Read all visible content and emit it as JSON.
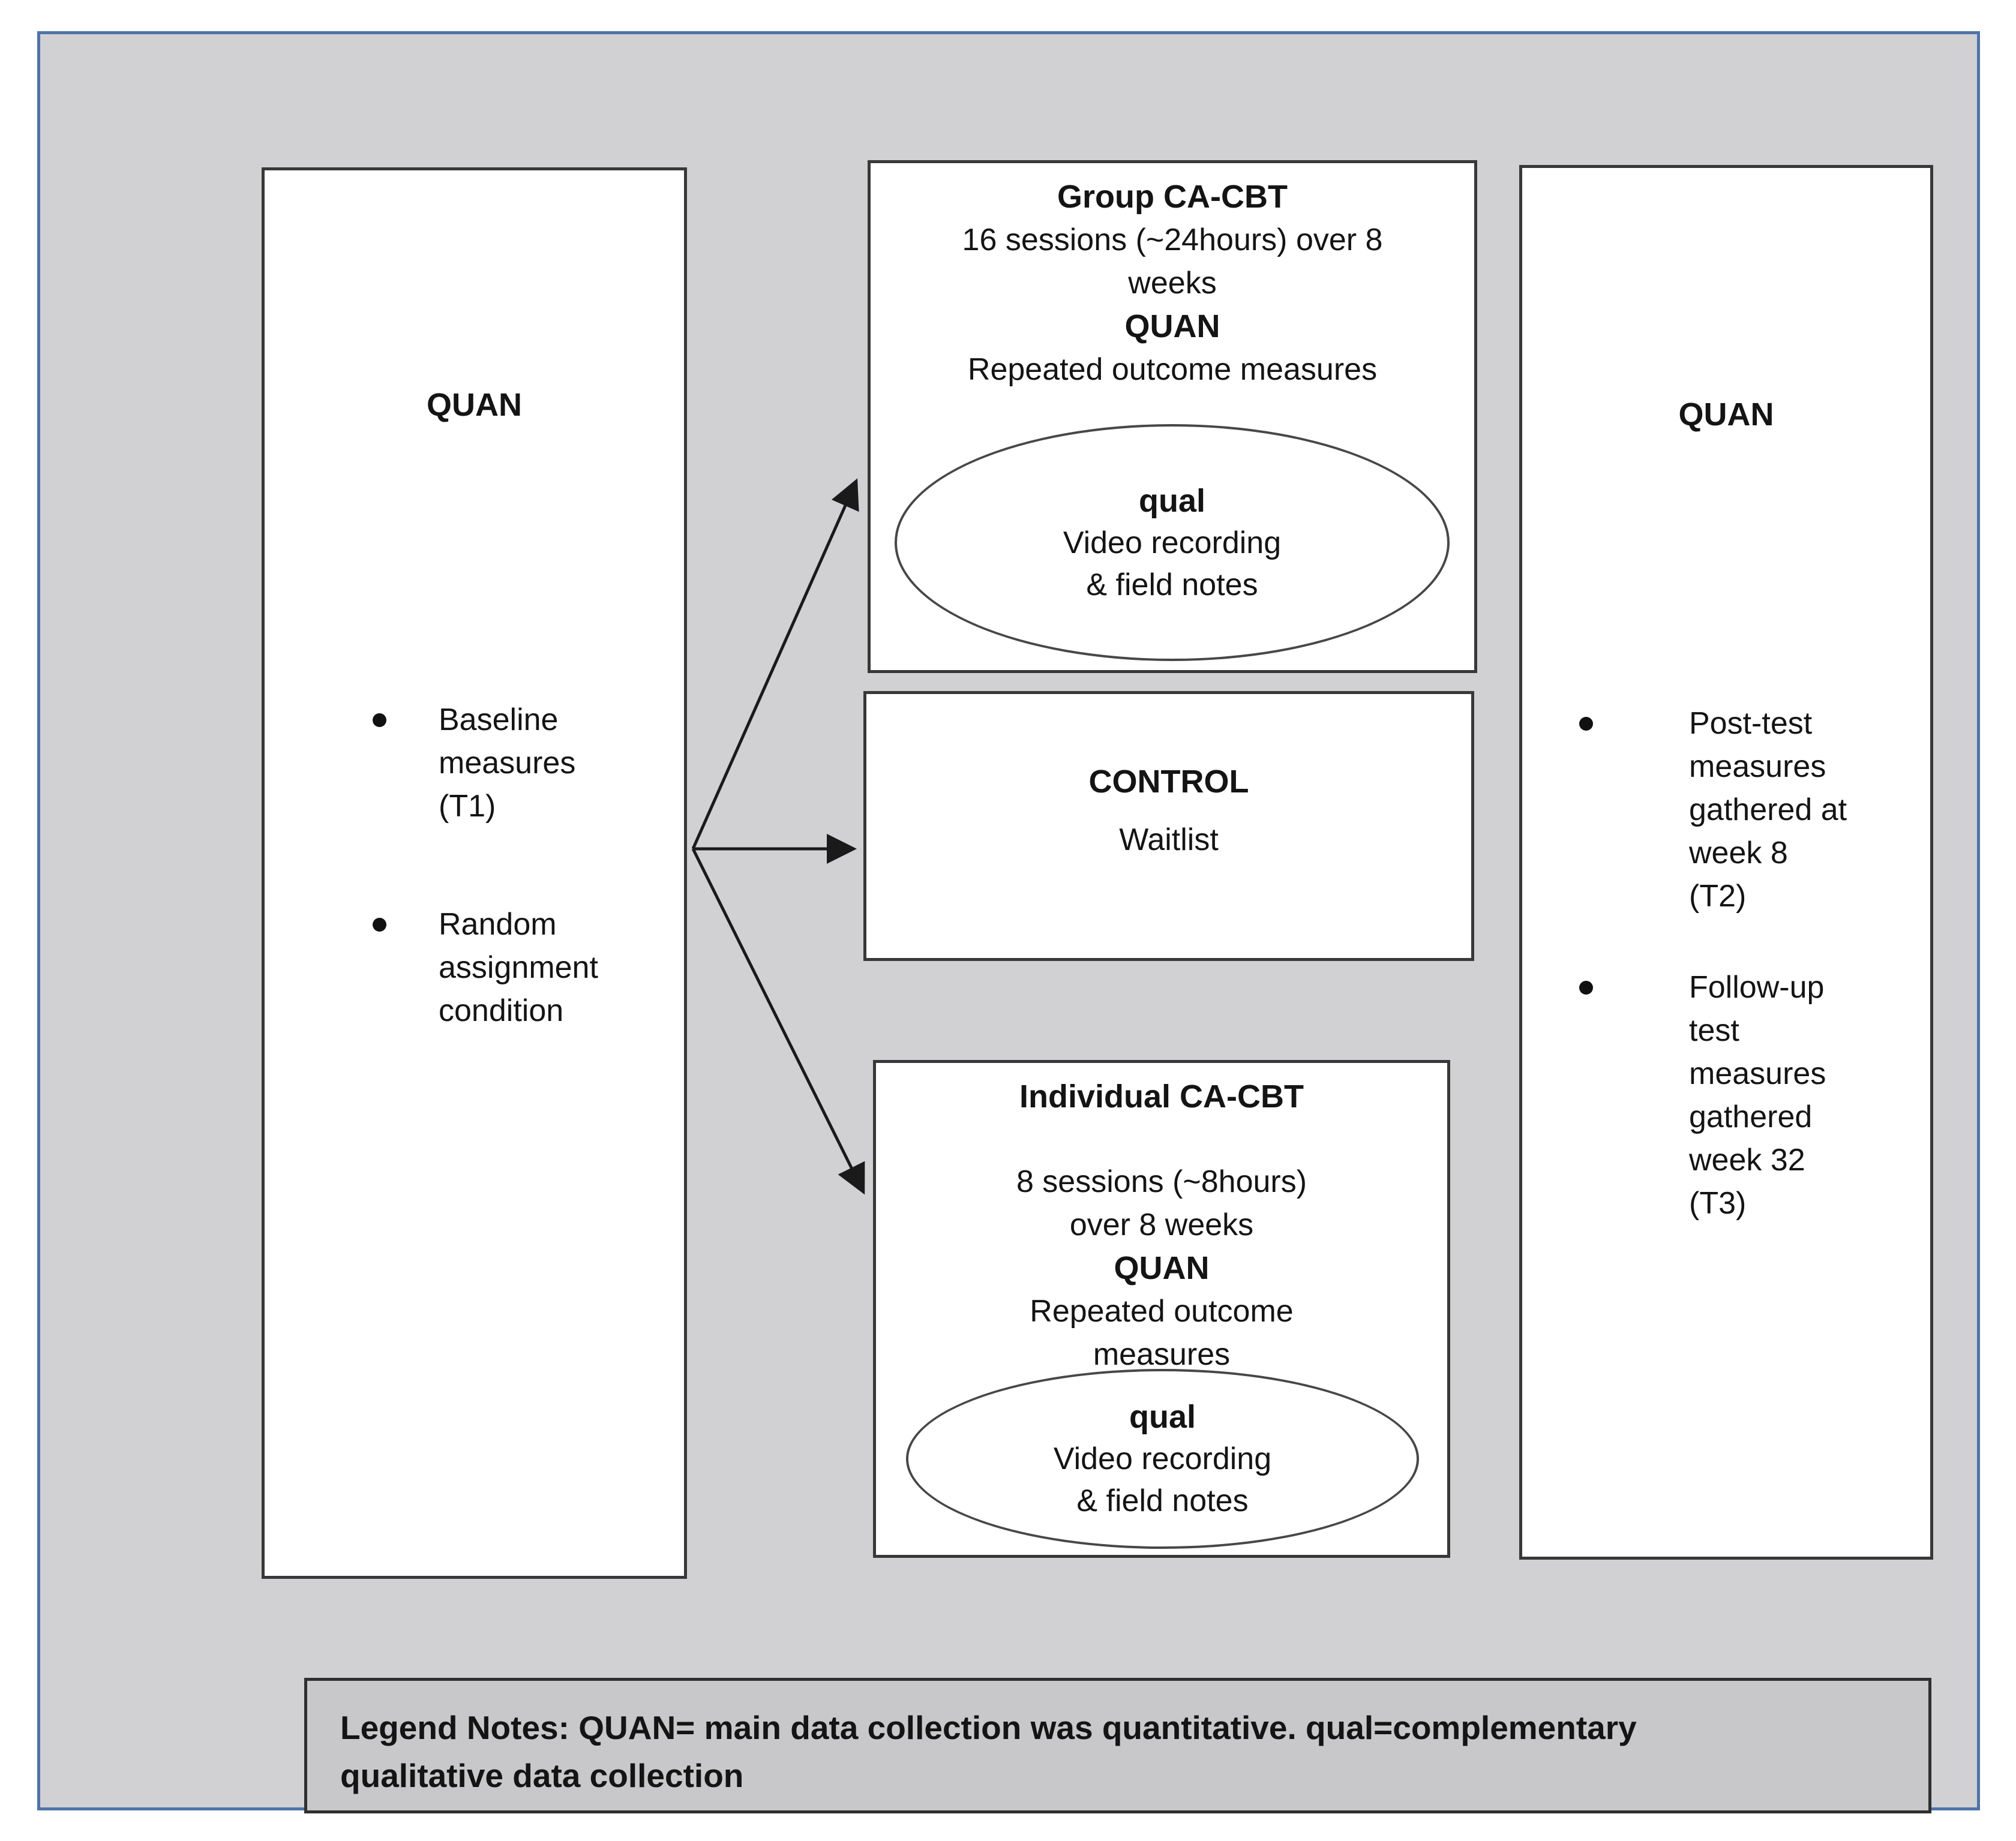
{
  "diagram": {
    "colors": {
      "panel_bg": "#d1d0d2",
      "panel_border": "#4d74a9",
      "box_border": "#383838",
      "legend_bg": "#c8c7c9"
    },
    "left_column": {
      "heading": "QUAN",
      "bullets": [
        {
          "lines": [
            "Baseline",
            "measures",
            "(T1)"
          ]
        },
        {
          "lines": [
            "Random",
            "assignment",
            "condition"
          ]
        }
      ]
    },
    "group_box": {
      "title": "Group CA-CBT",
      "line1": "16 sessions (~24hours) over 8",
      "line2": "weeks",
      "quan": "QUAN",
      "line3": "Repeated outcome measures",
      "ellipse": {
        "title": "qual",
        "line1": "Video recording",
        "line2": "& field notes"
      }
    },
    "control_box": {
      "title": "CONTROL",
      "line1": "Waitlist"
    },
    "individual_box": {
      "title": "Individual CA-CBT",
      "line1": "8 sessions (~8hours)",
      "line2": "over 8 weeks",
      "quan": "QUAN",
      "line3": "Repeated outcome",
      "line4": "measures",
      "ellipse": {
        "title": "qual",
        "line1": "Video recording",
        "line2": "& field notes"
      }
    },
    "right_column": {
      "heading": "QUAN",
      "bullets": [
        {
          "lines": [
            "Post-test",
            "measures",
            "gathered at",
            "week 8",
            "(T2)"
          ]
        },
        {
          "lines": [
            "Follow-up",
            "test",
            "measures",
            "gathered",
            "week 32",
            "(T3)"
          ]
        }
      ]
    },
    "legend": {
      "lines": [
        "Legend Notes: QUAN= main data collection was quantitative. qual=complementary",
        "qualitative data collection"
      ]
    }
  }
}
